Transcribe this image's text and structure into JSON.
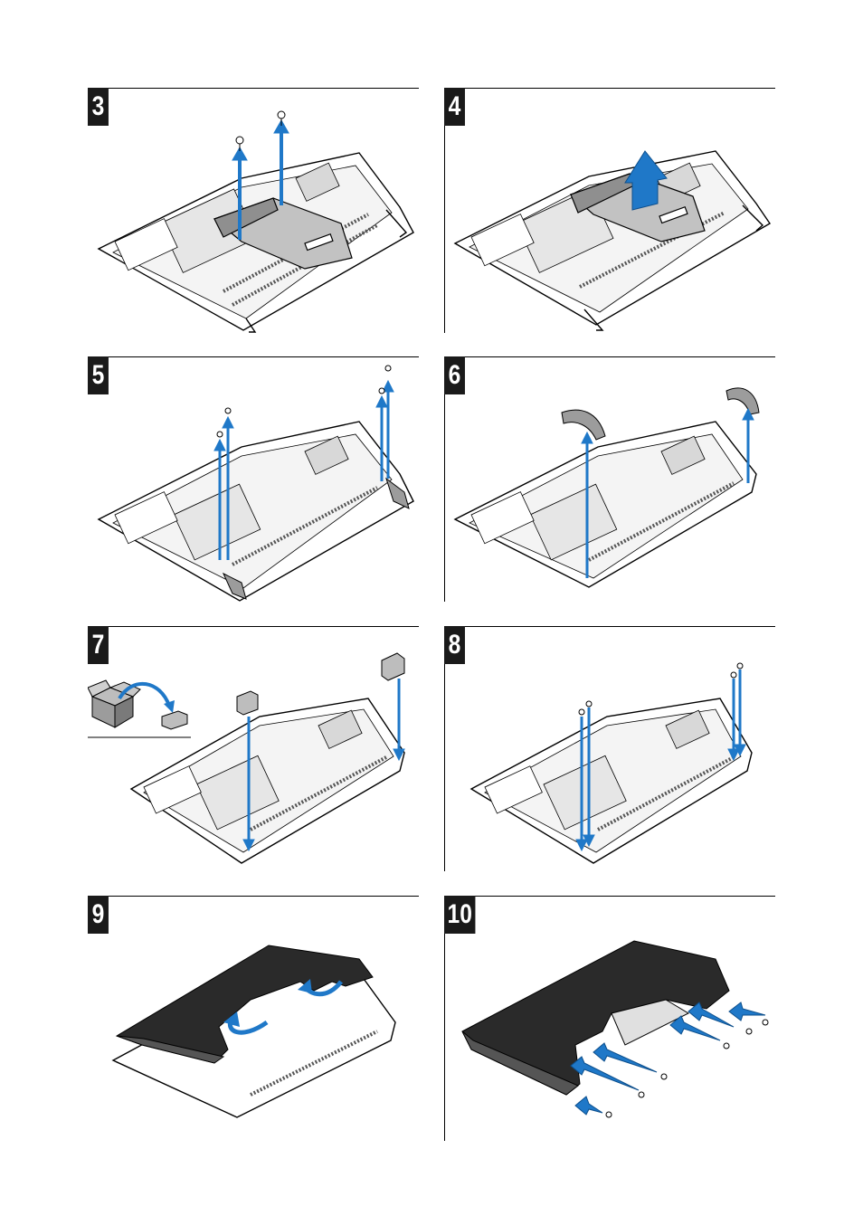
{
  "steps": [
    {
      "number": "3",
      "illustration": "remove-two-screws-and-lift-cover"
    },
    {
      "number": "4",
      "illustration": "lift-cover-off"
    },
    {
      "number": "5",
      "illustration": "remove-four-screws"
    },
    {
      "number": "6",
      "illustration": "lift-off-two-hinge-covers"
    },
    {
      "number": "7",
      "illustration": "install-two-brackets-from-box"
    },
    {
      "number": "8",
      "illustration": "install-four-screws"
    },
    {
      "number": "9",
      "illustration": "place-back-cover"
    },
    {
      "number": "10",
      "illustration": "install-six-back-cover-screws"
    }
  ],
  "colors": {
    "badge": "#1a1a1a",
    "arrow": "#1f78c8",
    "cover": "#2a2a2a",
    "metal": "#bdbdbd"
  }
}
